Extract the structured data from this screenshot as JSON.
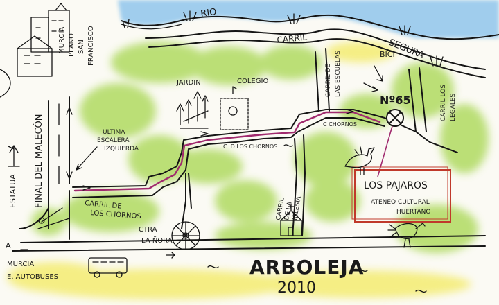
{
  "map": {
    "title": "ARBOLEJA",
    "year": "2010",
    "river": {
      "label": "RIO",
      "segura": "SEGURA"
    },
    "carril_top": "CARRIL",
    "bici": "BICI",
    "murcia_plano": [
      "MURCIA",
      "PLANO",
      "SAN",
      "FRANCISCO"
    ],
    "final_malecon": "FINAL DEL MALECÓN",
    "estatua": "ESTATUA",
    "ultima_escalera": [
      "ULTIMA",
      "ESCALERA",
      "IZQUIERDA"
    ],
    "jardin": "JARDIN",
    "colegio": "COLEGIO",
    "carril_escuelas": [
      "CARRIL DE",
      "LAS ESCUELAS"
    ],
    "carril_los_legales": [
      "CARRIL LOS",
      "LEGALES"
    ],
    "numero": "Nº65",
    "c_chornos": "C CHORNOS",
    "c_d_los_chornos": "C. D LOS CHORNOS",
    "carril_de_los_chornos": [
      "CARRIL DE",
      "LOS CHORNOS"
    ],
    "carril_de_la_iglesia": [
      "CARRIL",
      "DE LA",
      "IGLESIA"
    ],
    "ctra_la_nora": [
      "CTRA",
      "LA ÑORA"
    ],
    "murcia_autobuses": [
      "MURCIA",
      "E. AUTOBUSES"
    ],
    "a_label": "A",
    "destination": {
      "name": "LOS PAJAROS",
      "line1": "ATENEO CULTURAL",
      "line2": "HUERTANO"
    },
    "colors": {
      "route": "#a02a6e",
      "paper": "#fbfaf4",
      "green": "#9fd14a",
      "yellow": "#f2ec6e",
      "blue": "#6fb4e6",
      "box": "#c0392b"
    }
  }
}
